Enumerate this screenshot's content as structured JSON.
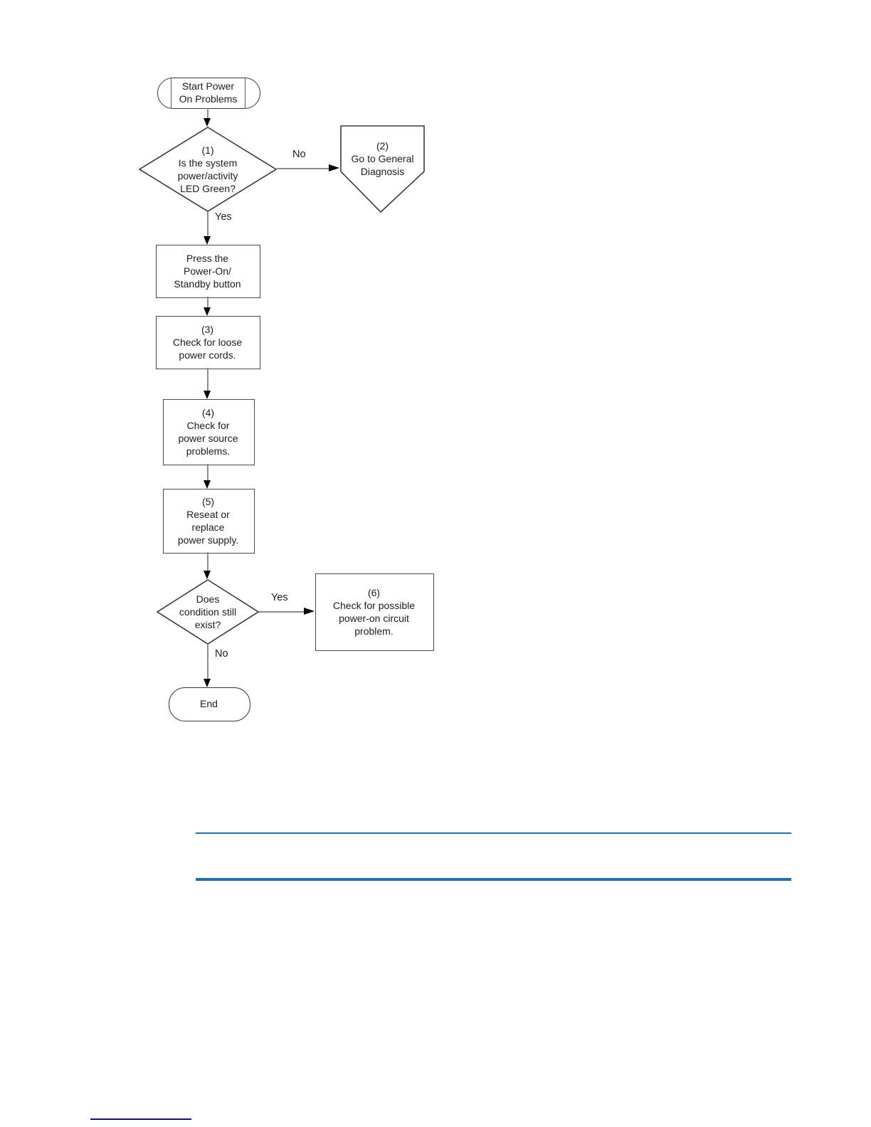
{
  "colors": {
    "connector_gray": "#8c8c8c",
    "arrowhead_black": "#000000",
    "shape_border": "#3a3a3a",
    "divider_blue": "#2070b8",
    "footnote_navy": "#10108a"
  },
  "flowchart": {
    "start": {
      "label": "Start Power\nOn Problems"
    },
    "decision1": {
      "label": "(1)\nIs the system\npower/activity\nLED Green?"
    },
    "offpage2": {
      "label": "(2)\nGo to General\nDiagnosis"
    },
    "step_press": {
      "label": "Press the\nPower-On/\nStandby button"
    },
    "step3": {
      "label": "(3)\nCheck for loose\npower cords."
    },
    "step4": {
      "label": "(4)\nCheck for\npower source\nproblems."
    },
    "step5": {
      "label": "(5)\nReseat or\nreplace\npower supply."
    },
    "decision2": {
      "label": "Does\ncondition still\nexist?"
    },
    "step6": {
      "label": "(6)\nCheck for possible\npower-on circuit\nproblem."
    },
    "end": {
      "label": "End"
    },
    "edges": {
      "d1_no": "No",
      "d1_yes": "Yes",
      "d2_yes": "Yes",
      "d2_no": "No"
    }
  }
}
